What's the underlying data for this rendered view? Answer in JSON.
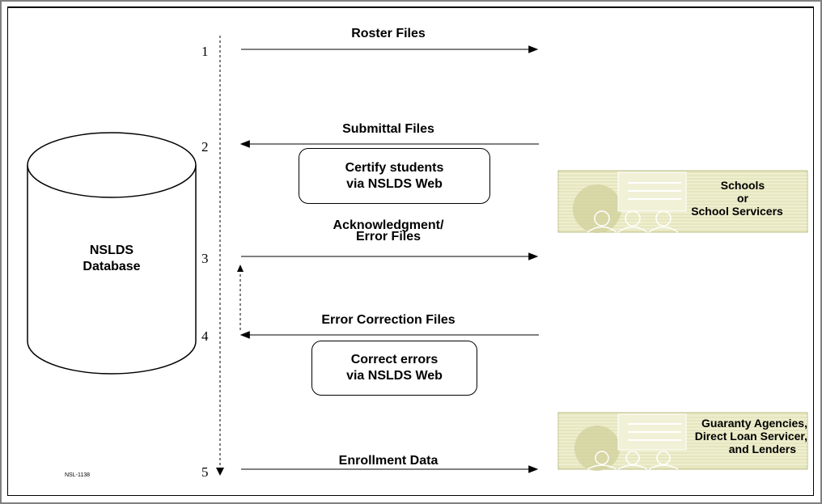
{
  "steps": [
    "1",
    "2",
    "3",
    "4",
    "5"
  ],
  "database": {
    "line1": "NSLDS",
    "line2": "Database"
  },
  "flows": {
    "roster": "Roster Files",
    "submittal": "Submittal Files",
    "ack_line1": "Acknowledgment/",
    "ack_line2": "Error Files",
    "error_correction": "Error Correction Files",
    "enrollment": "Enrollment Data"
  },
  "boxes": {
    "certify": {
      "line1": "Certify students",
      "line2": "via NSLDS Web"
    },
    "correct": {
      "line1": "Correct errors",
      "line2": "via NSLDS Web"
    }
  },
  "entities": {
    "schools": {
      "line1": "Schools",
      "line2": "or",
      "line3": "School Servicers"
    },
    "agencies": {
      "line1": "Guaranty Agencies,",
      "line2": "Direct Loan Servicer,",
      "line3": "and Lenders"
    }
  },
  "stamp": "NSL-1138",
  "colors": {
    "badge_bg": "#e6e6bf",
    "badge_dark": "#cfcf9a",
    "badge_light": "#f4f4dc"
  }
}
